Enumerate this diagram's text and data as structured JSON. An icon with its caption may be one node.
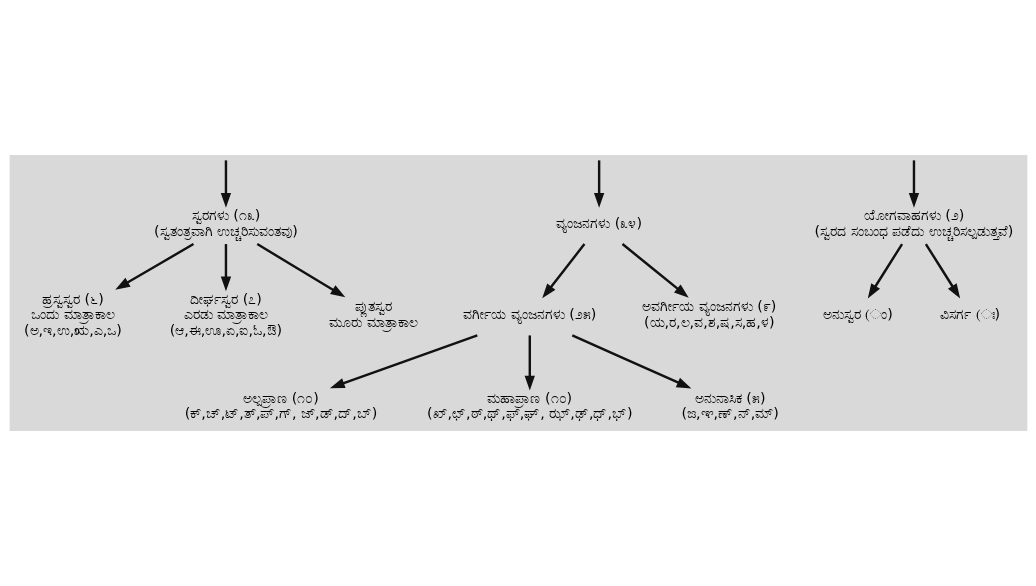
{
  "diagram": {
    "nodes": [
      {
        "text": [
          "ಸ್ವರಗಳು (೧೩)",
          "(ಸ್ವತಂತ್ರವಾಗಿ ಉಚ್ಚರಿಸುವಂತವು)"
        ]
      },
      {
        "text": [
          "ವ್ಯಂಜನಗಳು (೩೪)"
        ]
      },
      {
        "text": [
          "ಯೋಗವಾಹಗಳು (೨)",
          "(ಸ್ವರದ ಸಂಬಂಧ ಪಡೆದು ಉಚ್ಚರಿಸಲ್ಪಡುತ್ತವೆ)"
        ]
      },
      {
        "text": [
          "ಹ್ರಸ್ವಸ್ವರ (೬)",
          "ಒಂದು ಮಾತ್ರಾಕಾಲ",
          "(ಅ,ಇ,ಉ,ಋ,ಎ,ಒ)"
        ]
      },
      {
        "text": [
          "ದೀರ್ಘಸ್ವರ (೭)",
          "ಎರಡು ಮಾತ್ರಾಕಾಲ",
          "(ಆ,ಈ,ಊ,ಏ,ಐ,ಓ,ಔ)"
        ]
      },
      {
        "text": [
          "ಪ್ಲುತಸ್ವರ",
          "ಮೂರು ಮಾತ್ರಾಕಾಲ"
        ]
      },
      {
        "text": [
          "ಅನುಸ್ವರ (ಂ)"
        ]
      },
      {
        "text": [
          "ವಿಸರ್ಗ (ಃ)"
        ]
      },
      {
        "text": [
          "ವರ್ಗೀಯ ವ್ಯಂಜನಗಳು (೨೫)"
        ]
      },
      {
        "text": [
          "ಅವರ್ಗೀಯ ವ್ಯಂಜನಗಳು (೯)",
          "(ಯ,ರ,ಲ,ವ,ಶ,ಷ,ಸ,ಹ,ಳ)"
        ]
      },
      {
        "text": [
          "ಅಲ್ಪಪ್ರಾಣ (೧೦)",
          "(ಕ್,ಚ್,ಟ್,ತ್,ಪ್,ಗ್, ಜ್,ಡ್,ದ್,ಬ್)"
        ]
      },
      {
        "text": [
          "ಮಹಾಪ್ರಾಣ (೧೦)",
          "(ಖ್,ಛ್,ಠ್,ಥ್,ಫ್,ಘ್, ಝ್,ಢ್,ಧ್,ಭ್)"
        ]
      },
      {
        "text": [
          "ಅನುನಾಸಿಕ (೫)",
          "(ಙ,ಞ,ಣ್,ನ್,ಮ್)"
        ]
      }
    ],
    "edges": [
      {
        "from": null,
        "to": 0,
        "arrow": "to"
      },
      {
        "from": null,
        "to": 1,
        "arrow": "to"
      },
      {
        "from": null,
        "to": 2,
        "arrow": "to"
      },
      {
        "from": 0,
        "to": 3,
        "arrow": "to"
      },
      {
        "from": 0,
        "to": 4,
        "arrow": "to"
      },
      {
        "from": 0,
        "to": 5,
        "arrow": "to"
      },
      {
        "from": 2,
        "to": 6,
        "arrow": "to"
      },
      {
        "from": 2,
        "to": 7,
        "arrow": "to"
      },
      {
        "from": 1,
        "to": 8,
        "arrow": "to"
      },
      {
        "from": 1,
        "to": 9,
        "arrow": "to"
      },
      {
        "from": 8,
        "to": 10,
        "arrow": "to"
      },
      {
        "from": 8,
        "to": 11,
        "arrow": "to"
      },
      {
        "from": 8,
        "to": 12,
        "arrow": "to"
      }
    ]
  }
}
